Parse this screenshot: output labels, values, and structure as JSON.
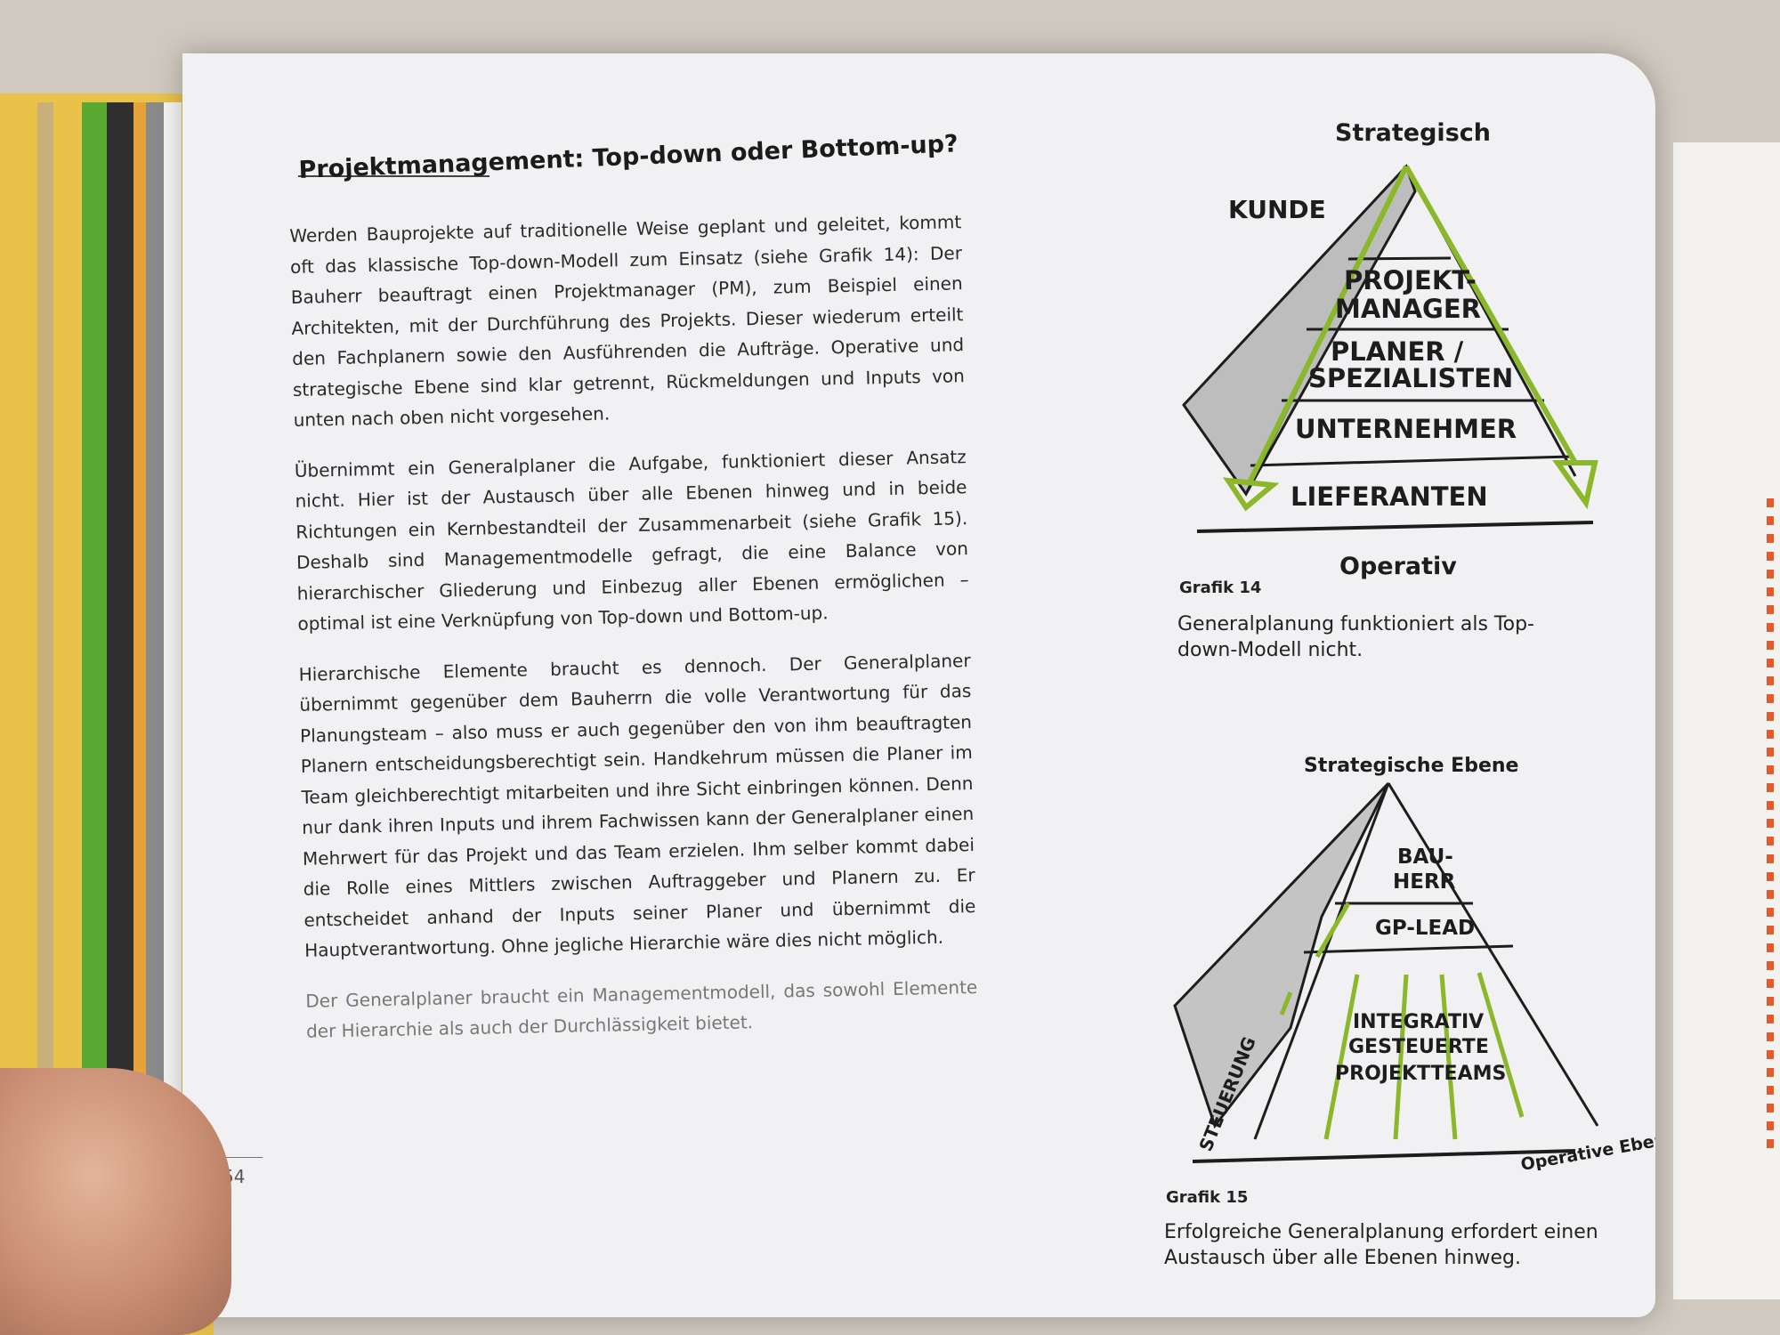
{
  "page_number": "54",
  "heading": "Projektmanagement: Top-down oder Bottom-up?",
  "paragraphs": [
    "Werden Bauprojekte auf traditionelle Weise geplant und geleitet, kommt oft das klassische Top-down-Modell zum Einsatz (siehe Grafik 14): Der Bauherr beauftragt einen Projektmanager (PM), zum Beispiel einen Architekten, mit der Durchführung des Projekts. Dieser wiederum erteilt den Fachplanern sowie den Ausführenden die Aufträge. Operative und strategische Ebene sind klar getrennt, Rückmeldungen und Inputs von unten nach oben nicht vorgesehen.",
    "Übernimmt ein Generalplaner die Aufgabe, funktioniert dieser Ansatz nicht. Hier ist der Austausch über alle Ebenen hinweg und in beide Richtungen ein Kernbestandteil der Zusammenarbeit (siehe Grafik 15). Deshalb sind Managementmodelle gefragt, die eine Balance von hierarchischer Gliederung und Einbezug aller Ebenen ermöglichen – optimal ist eine Verknüpfung von Top-down und Bottom-up.",
    "Hierarchische Elemente braucht es dennoch. Der Generalplaner übernimmt gegenüber dem Bauherrn die volle Verantwortung für das Planungsteam – also muss er auch gegenüber den von ihm beauftragten Planern entscheidungsberechtigt sein. Handkehrum müssen die Planer im Team gleichberechtigt mitarbeiten und ihre Sicht einbringen können. Denn nur dank ihren Inputs und ihrem Fachwissen kann der Generalplaner einen Mehrwert für das Projekt und das Team erzielen. Ihm selber kommt dabei die Rolle eines Mittlers zwischen Auftraggeber und Planern zu. Er entscheidet anhand der Inputs seiner Planer und übernimmt die Hauptverantwortung. Ohne jegliche Hierarchie wäre dies nicht möglich.",
    "Der Generalplaner braucht ein Managementmodell, das sowohl Elemente der Hierarchie als auch der Durchlässigkeit bietet."
  ],
  "figure14": {
    "top": "Strategisch",
    "side": "KUNDE",
    "levels": [
      "PROJEKT-",
      "MANAGER",
      "PLANER /",
      "SPEZIALISTEN",
      "UNTERNEHMER",
      "LIEFERANTEN"
    ],
    "bottom": "Operativ",
    "caption_title": "Grafik 14",
    "caption": "Generalplanung funktioniert als Top-down-Modell nicht."
  },
  "figure15": {
    "top": "Strategische Ebene",
    "levels": [
      "BAU-",
      "HERR",
      "GP-LEAD",
      "INTEGRATIV",
      "GESTEUERTE",
      "PROJEKTTEAMS"
    ],
    "side": "STEUERUNG",
    "bottom": "Operative Ebene",
    "caption_title": "Grafik 15",
    "caption": "Erfolgreiche Generalplanung erfordert einen Austausch über alle Ebenen hinweg."
  },
  "colors": {
    "accent_green": "#8ab82a",
    "ink": "#1d1d1d",
    "page": "#f1f1f4"
  }
}
